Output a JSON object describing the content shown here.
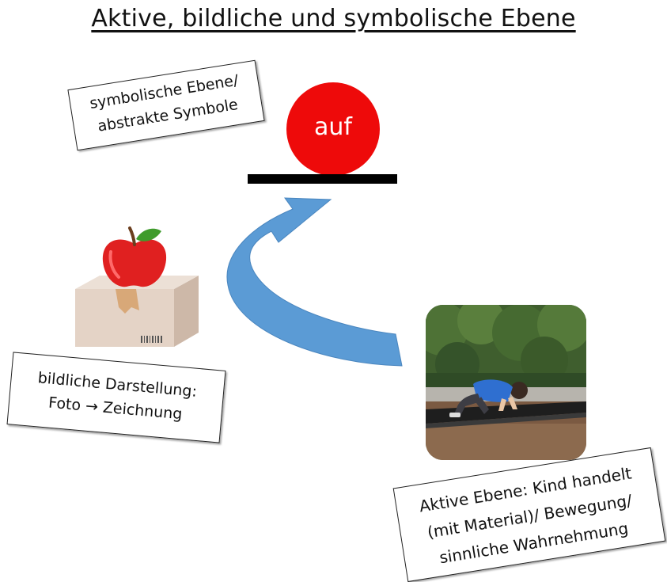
{
  "title": "Aktive, bildliche und symbolische Ebene",
  "symbolic_note": {
    "line1": "symbolische Ebene/",
    "line2": "abstrakte Symbole"
  },
  "symbol_word": "auf",
  "pictorial_note": {
    "line1": "bildliche Darstellung:",
    "line2": "Foto → Zeichnung"
  },
  "active_note": {
    "line1": "Aktive Ebene: Kind handelt",
    "line2": "(mit Material)/ Bewegung/",
    "line3": "sinnliche Wahrnehmung"
  },
  "colors": {
    "ball": "#ee0a0a",
    "arrow": "#5b9bd5",
    "apple": "#e02020",
    "box": "#e4d3c6",
    "tape": "#d8a878"
  },
  "icons": {
    "picture": "apple-on-box-icon",
    "photo": "child-playing-photo"
  }
}
